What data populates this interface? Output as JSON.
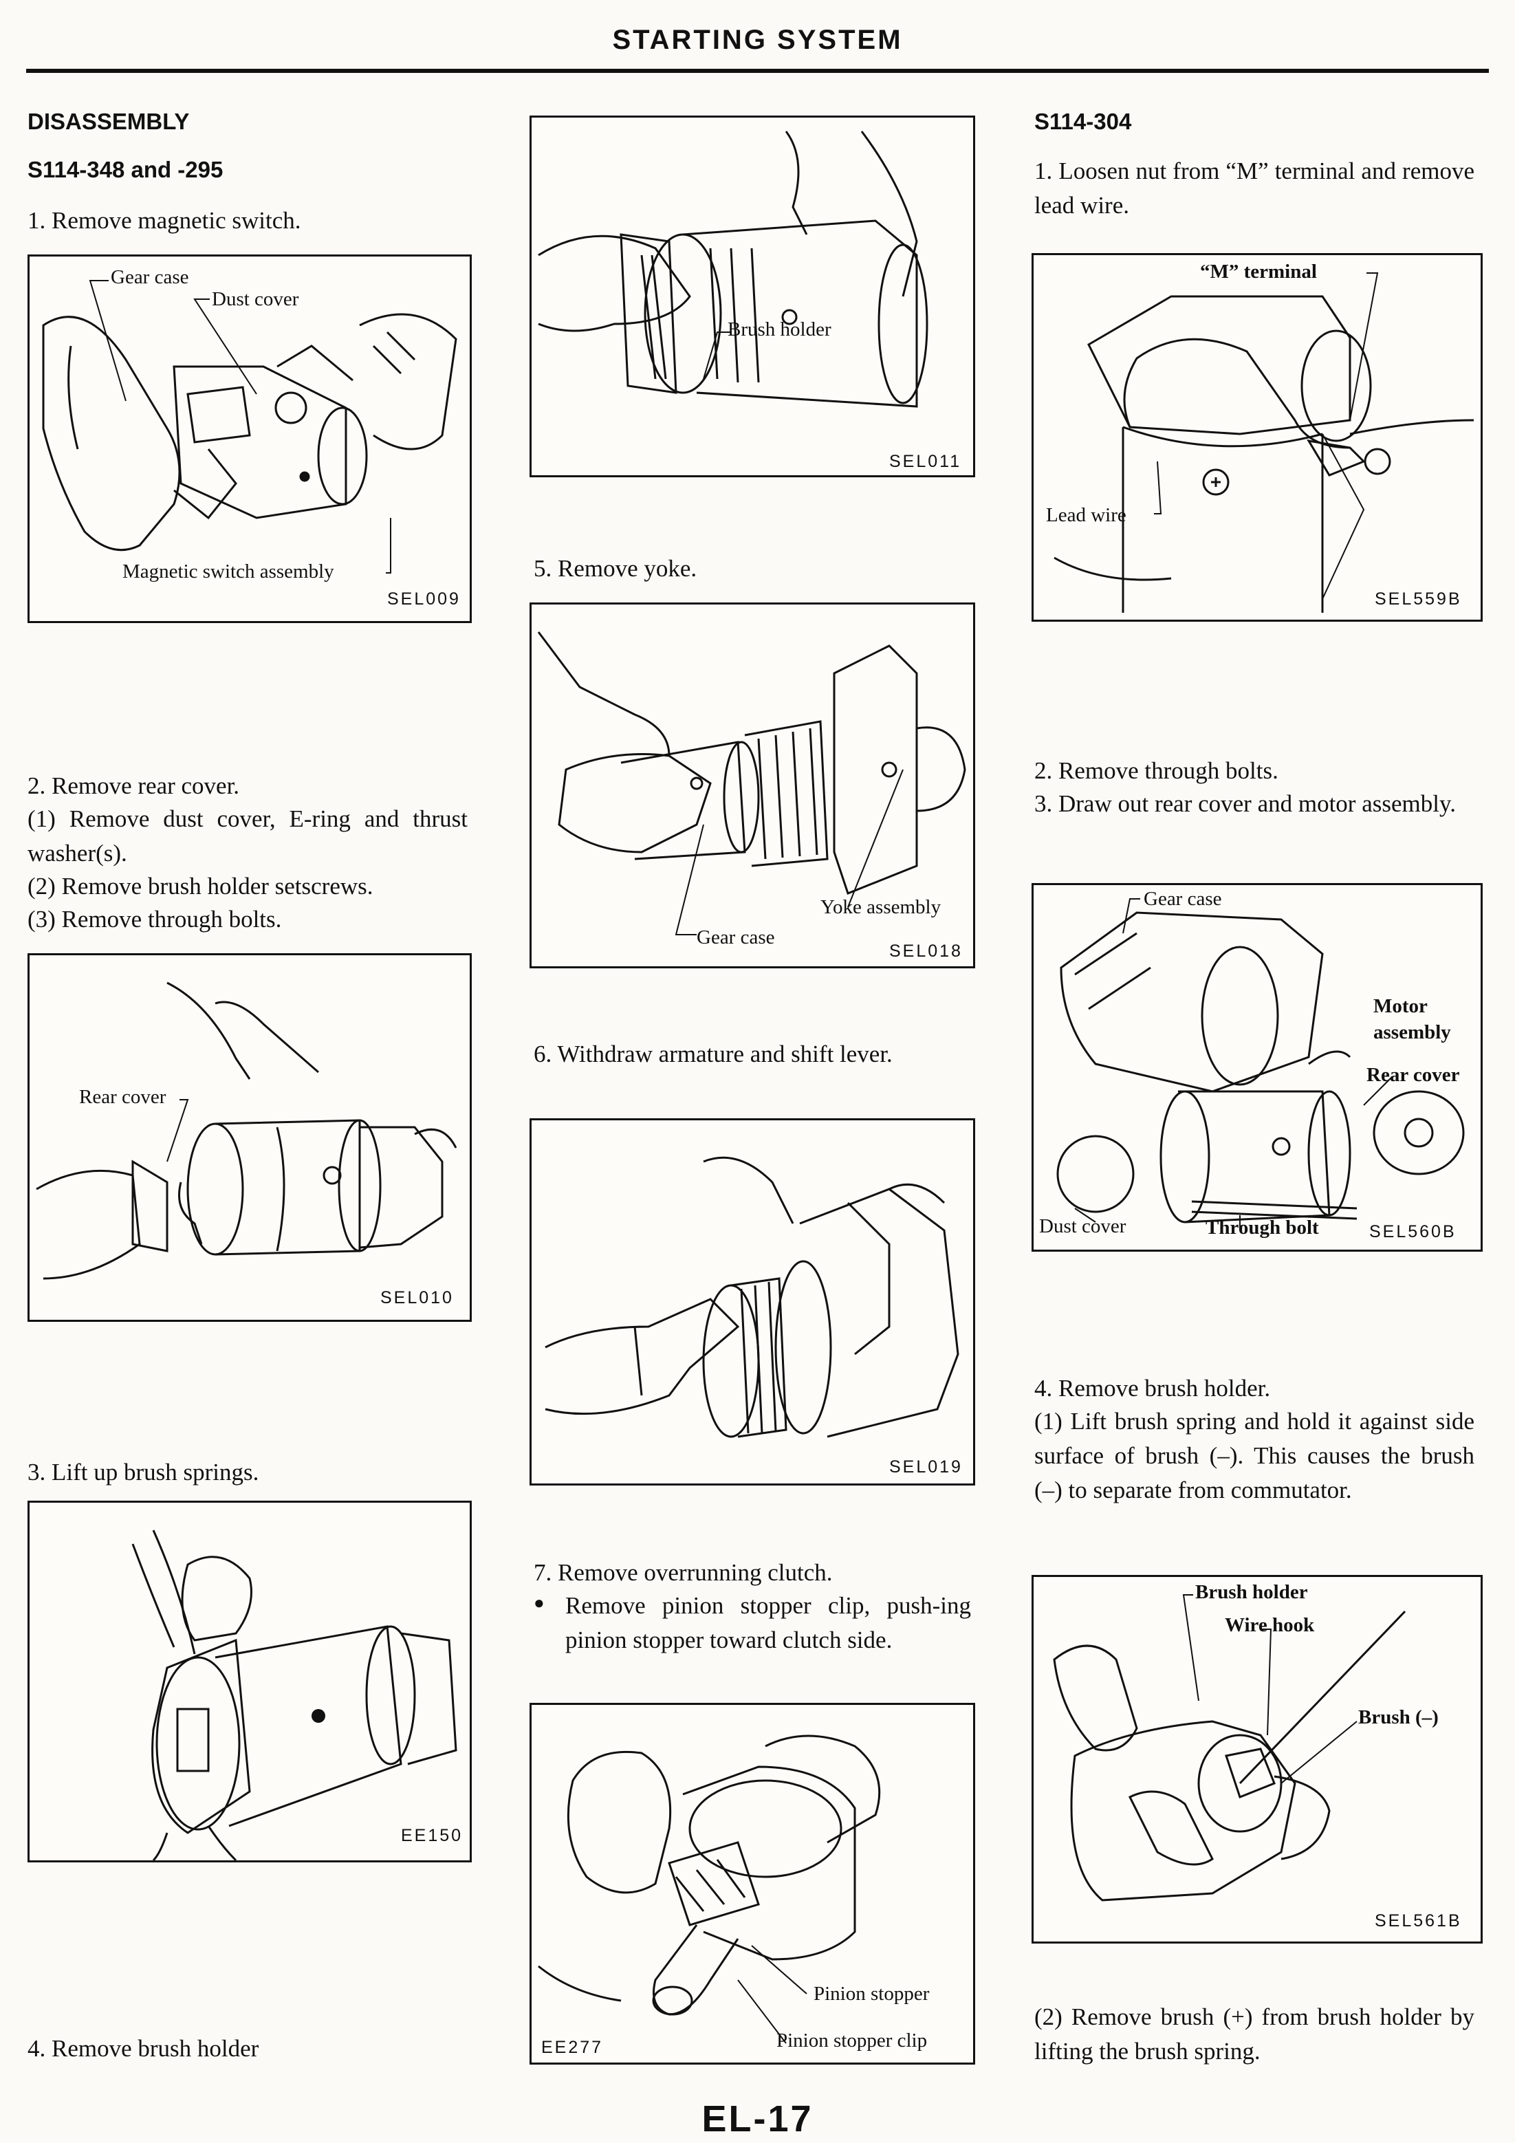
{
  "header": {
    "title": "STARTING SYSTEM"
  },
  "footer": {
    "page": "EL-17"
  },
  "col1": {
    "heading": "DISASSEMBLY",
    "subheading": "S114-348 and -295",
    "step1": "1.  Remove magnetic switch.",
    "fig1": {
      "code": "SEL009",
      "gear_case": "Gear case",
      "dust_cover": "Dust cover",
      "magnetic_switch": "Magnetic switch assembly"
    },
    "step2": "2.  Remove rear cover.",
    "step2_1": "(1)  Remove  dust  cover,  E-ring  and thrust washer(s).",
    "step2_2": "(2)  Remove  brush  holder  setscrews.",
    "step2_3": "(3)  Remove through bolts.",
    "fig2": {
      "code": "SEL010",
      "rear_cover": "Rear cover"
    },
    "step3": "3.  Lift up brush springs.",
    "fig3": {
      "code": "EE150"
    },
    "step4": "4.  Remove brush holder"
  },
  "col2": {
    "fig4": {
      "code": "SEL011",
      "brush_holder": "Brush holder"
    },
    "step5": "5.  Remove yoke.",
    "fig5": {
      "code": "SEL018",
      "yoke": "Yoke assembly",
      "gear_case": "Gear case"
    },
    "step6": "6.  Withdraw   armature   and   shift lever.",
    "fig6": {
      "code": "SEL019"
    },
    "step7": "7.  Remove overrunning clutch.",
    "bullet": "●",
    "step7_bullet": "Remove pinion stopper clip, push-ing pinion stopper toward clutch side.",
    "fig7": {
      "code": "EE277",
      "pinion_stopper": "Pinion stopper",
      "pinion_clip": "Pinion stopper clip"
    }
  },
  "col3": {
    "heading": "S114-304",
    "step1": "1.  Loosen  nut  from  “M”  terminal and remove lead wire.",
    "fig8": {
      "code": "SEL559B",
      "m_terminal": "“M” terminal",
      "lead_wire": "Lead wire"
    },
    "step2": "2.  Remove through bolts.",
    "step3": "3.  Draw  out  rear  cover  and  motor assembly.",
    "fig9": {
      "code": "SEL560B",
      "gear_case": "Gear case",
      "motor": "Motor",
      "assembly": "assembly",
      "rear_cover": "Rear cover",
      "dust_cover": "Dust cover",
      "through_bolt": "Through bolt"
    },
    "step4": "4.  Remove brush holder.",
    "step4_1": "(1)  Lift  brush  spring  and  hold  it against side surface of brush (–). This causes the brush (–) to separate from commutator.",
    "fig10": {
      "code": "SEL561B",
      "brush_holder": "Brush holder",
      "wire_hook": "Wire hook",
      "brush_neg": "Brush (–)"
    },
    "step4_2": "(2)  Remove  brush  (+)  from  brush holder by lifting the brush spring."
  }
}
